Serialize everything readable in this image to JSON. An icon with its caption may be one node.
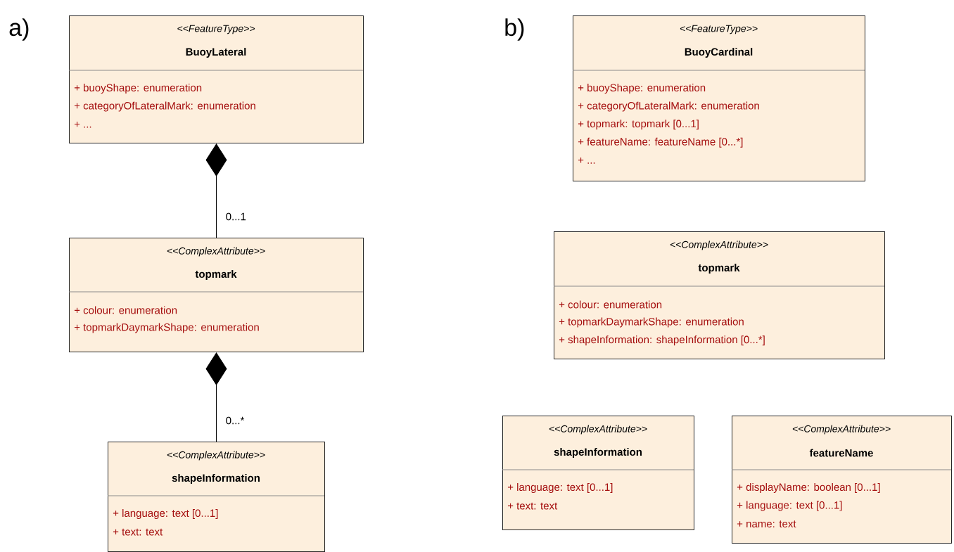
{
  "diagram": {
    "nodes": [
      {
        "text": [
          "<<FeatureType>>",
          "BuoyLateral",
          "+ buoyShape: enumeration",
          "+ categoryOfLateralMark: enumeration",
          "+ ..."
        ]
      },
      {
        "text": [
          "<<ComplexAttribute>>",
          "topmark",
          "+ colour: enumeration",
          "+ topmarkDaymarkShape: enumeration"
        ]
      },
      {
        "text": [
          "<<ComplexAttribute>>",
          "shapeInformation",
          "+ language: text [0...1]",
          "+ text: text"
        ]
      },
      {
        "text": [
          "<<FeatureType>>",
          "BuoyCardinal",
          "+ buoyShape: enumeration",
          "+ categoryOfLateralMark: enumeration",
          "+ topmark: topmark [0...1]",
          "+ featureName: featureName [0...*]",
          "+ ..."
        ]
      },
      {
        "text": [
          "<<ComplexAttribute>>",
          "topmark",
          "+ colour: enumeration",
          "+ topmarkDaymarkShape: enumeration",
          "+ shapeInformation: shapeInformation [0...*]"
        ]
      },
      {
        "text": [
          "<<ComplexAttribute>>",
          "shapeInformation",
          "+ language: text [0...1]",
          "+ text: text"
        ]
      },
      {
        "text": [
          "<<ComplexAttribute>>",
          "featureName",
          "+ displayName: boolean [0...1]",
          "+ language: text [0...1]",
          "+ name: text"
        ]
      }
    ],
    "edges": [
      {
        "from": 1,
        "to": 0,
        "arrow": "other",
        "label": "0...1"
      },
      {
        "from": 2,
        "to": 1,
        "arrow": "other",
        "label": "0...*"
      }
    ],
    "labels": [
      "a)",
      "b)"
    ]
  }
}
